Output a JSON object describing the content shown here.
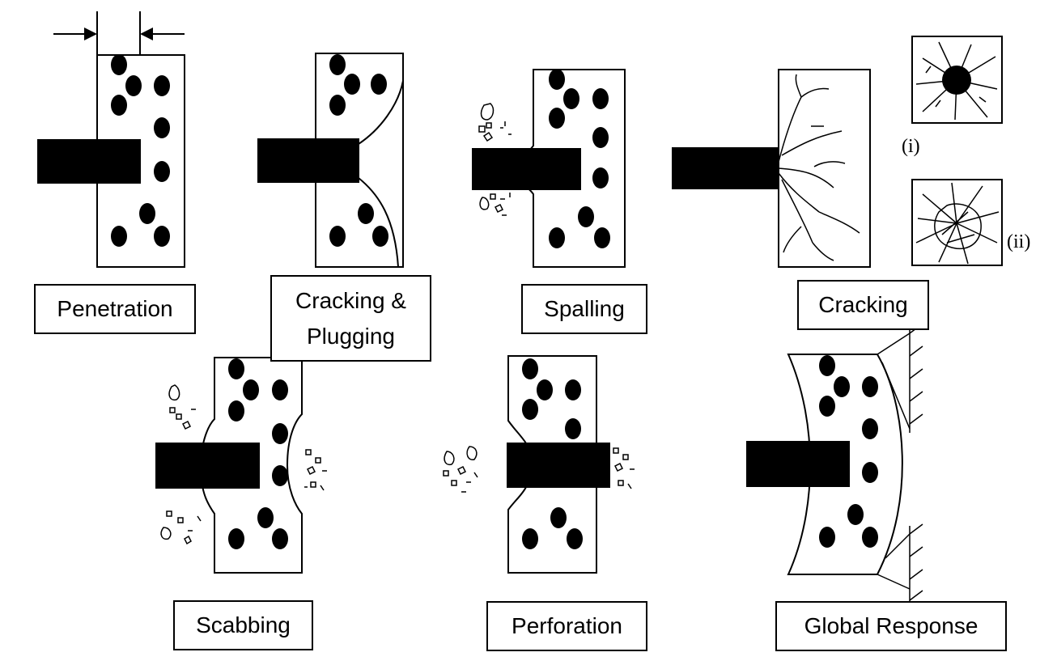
{
  "labels": {
    "penetration": "Penetration",
    "cracking_plugging_line1": "Cracking &",
    "cracking_plugging_line2": "Plugging",
    "spalling": "Spalling",
    "cracking": "Cracking",
    "scabbing": "Scabbing",
    "perforation": "Perforation",
    "global_response": "Global Response"
  },
  "insets": {
    "i": "(i)",
    "ii": "(ii)"
  },
  "colors": {
    "ink": "#000000",
    "background": "#ffffff"
  }
}
